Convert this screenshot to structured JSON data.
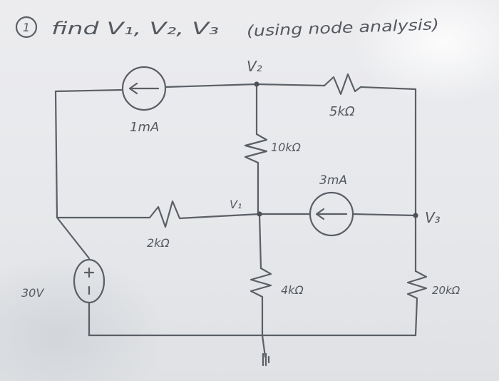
{
  "problem": {
    "number": "1",
    "title": "find V₁, V₂, V₃",
    "method": "(using node analysis)"
  },
  "labels": {
    "v2": "V₂",
    "v1": "V₁",
    "v3": "V₃",
    "source_1ma": "1mA",
    "source_3ma": "3mA",
    "source_30v": "30V",
    "r_5k": "5kΩ",
    "r_10k": "10kΩ",
    "r_2k": "2kΩ",
    "r_4k": "4kΩ",
    "r_20k": "20kΩ"
  },
  "colors": {
    "ink": "#5b5f66",
    "paper": "#e9ebee"
  }
}
